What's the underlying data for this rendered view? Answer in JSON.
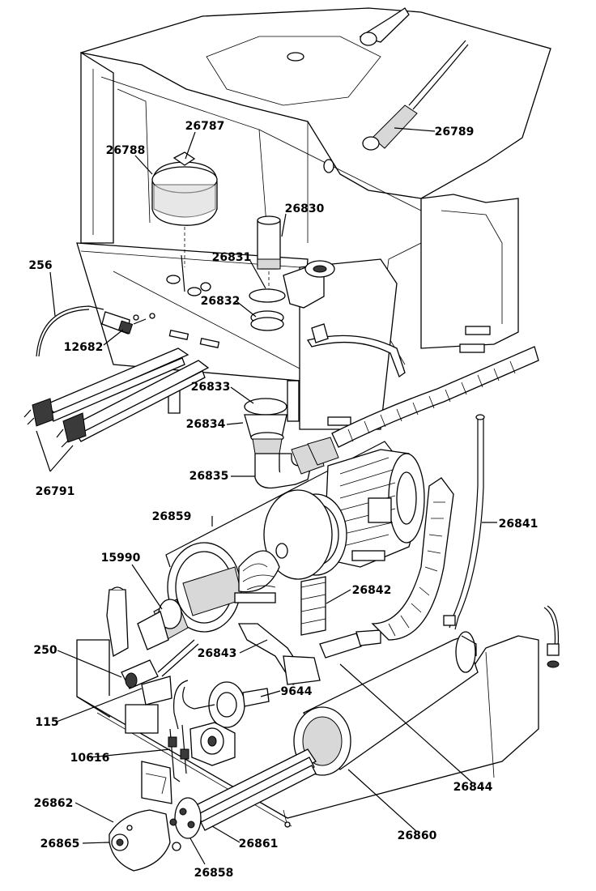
{
  "labels": {
    "l26787": "26787",
    "l26788": "26788",
    "l26789": "26789",
    "l26830": "26830",
    "l26831": "26831",
    "l26832": "26832",
    "l256": "256",
    "l12682": "12682",
    "l26833": "26833",
    "l26834": "26834",
    "l26835": "26835",
    "l26791": "26791",
    "l26859": "26859",
    "l26841": "26841",
    "l15990": "15990",
    "l26842": "26842",
    "l250": "250",
    "l26843": "26843",
    "l9644": "9644",
    "l115": "115",
    "l10616": "10616",
    "l26844": "26844",
    "l26862": "26862",
    "l26865": "26865",
    "l26861": "26861",
    "l26860": "26860",
    "l26858": "26858"
  }
}
